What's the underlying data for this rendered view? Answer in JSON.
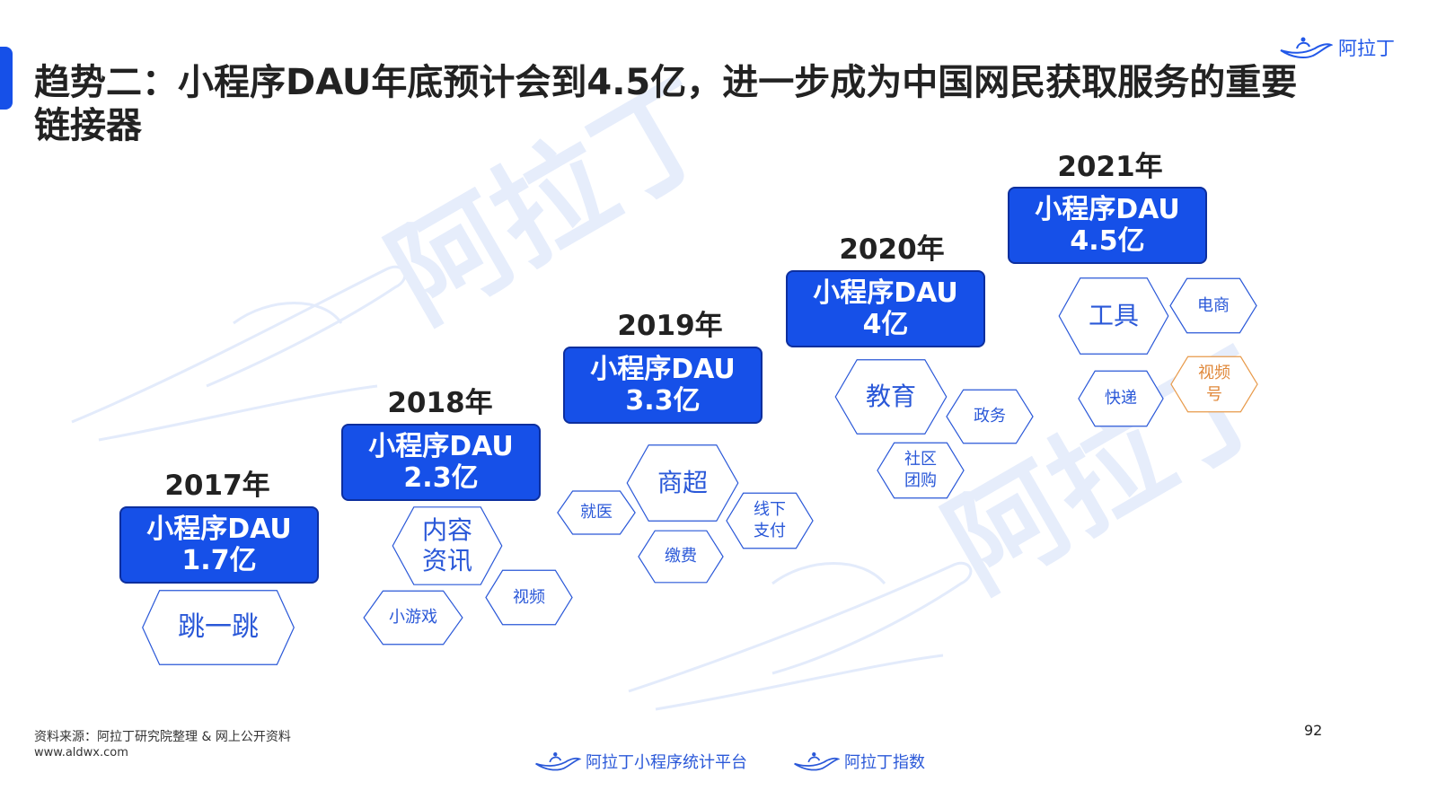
{
  "header": {
    "title": "趋势二：小程序DAU年底预计会到4.5亿，进一步成为中国网民获取服务的重要链接器",
    "brand_logo_text": "阿拉丁"
  },
  "watermark_text": "阿拉丁",
  "timeline": [
    {
      "year": "2017年",
      "dau_line1": "小程序DAU",
      "dau_line2": "1.7亿",
      "tags": [
        "跳一跳"
      ]
    },
    {
      "year": "2018年",
      "dau_line1": "小程序DAU",
      "dau_line2": "2.3亿",
      "tags": [
        "内容\n资讯",
        "小游戏",
        "视频"
      ]
    },
    {
      "year": "2019年",
      "dau_line1": "小程序DAU",
      "dau_line2": "3.3亿",
      "tags": [
        "商超",
        "就医",
        "缴费",
        "线下\n支付"
      ]
    },
    {
      "year": "2020年",
      "dau_line1": "小程序DAU",
      "dau_line2": "4亿",
      "tags": [
        "教育",
        "政务",
        "社区\n团购"
      ]
    },
    {
      "year": "2021年",
      "dau_line1": "小程序DAU",
      "dau_line2": "4.5亿",
      "tags": [
        "工具",
        "电商",
        "快递",
        "视频\n号"
      ]
    }
  ],
  "footer": {
    "source": "资料来源：阿拉丁研究院整理 & 网上公开资料",
    "url": "www.aldwx.com",
    "page_number": "92",
    "logo1_text": "阿拉丁小程序统计平台",
    "logo2_text": "阿拉丁指数"
  },
  "colors": {
    "accent": "#1650e8",
    "hex_border": "#2a58d8",
    "hex_border_highlight": "#e89a4a",
    "watermark": "#e6edfb"
  },
  "icons": [
    "magic-lamp-icon"
  ]
}
